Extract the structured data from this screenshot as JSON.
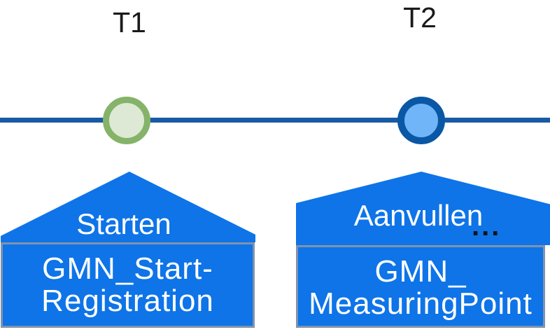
{
  "timeline": {
    "line_color": "#1a5aa5",
    "points": [
      {
        "label": "T1",
        "ring_color": "#85b369",
        "fill_color": "#dde9d4"
      },
      {
        "label": "T2",
        "ring_color": "#0a57a5",
        "fill_color": "#6fb5f8"
      }
    ]
  },
  "events": [
    {
      "action": "Starten",
      "block_lines": [
        "GMN_Start-",
        "Registration"
      ]
    },
    {
      "action": "Aanvullen",
      "ellipsis": "...",
      "block_lines": [
        "GMN_",
        "MeasuringPoint"
      ]
    }
  ],
  "colors": {
    "shape_blue": "#0e74e8",
    "block_border": "#8093ad",
    "label_text": "#ffffff",
    "timepoint_text": "#1a1a1a",
    "ellipsis_text": "#151515",
    "background": "#ffffff"
  }
}
